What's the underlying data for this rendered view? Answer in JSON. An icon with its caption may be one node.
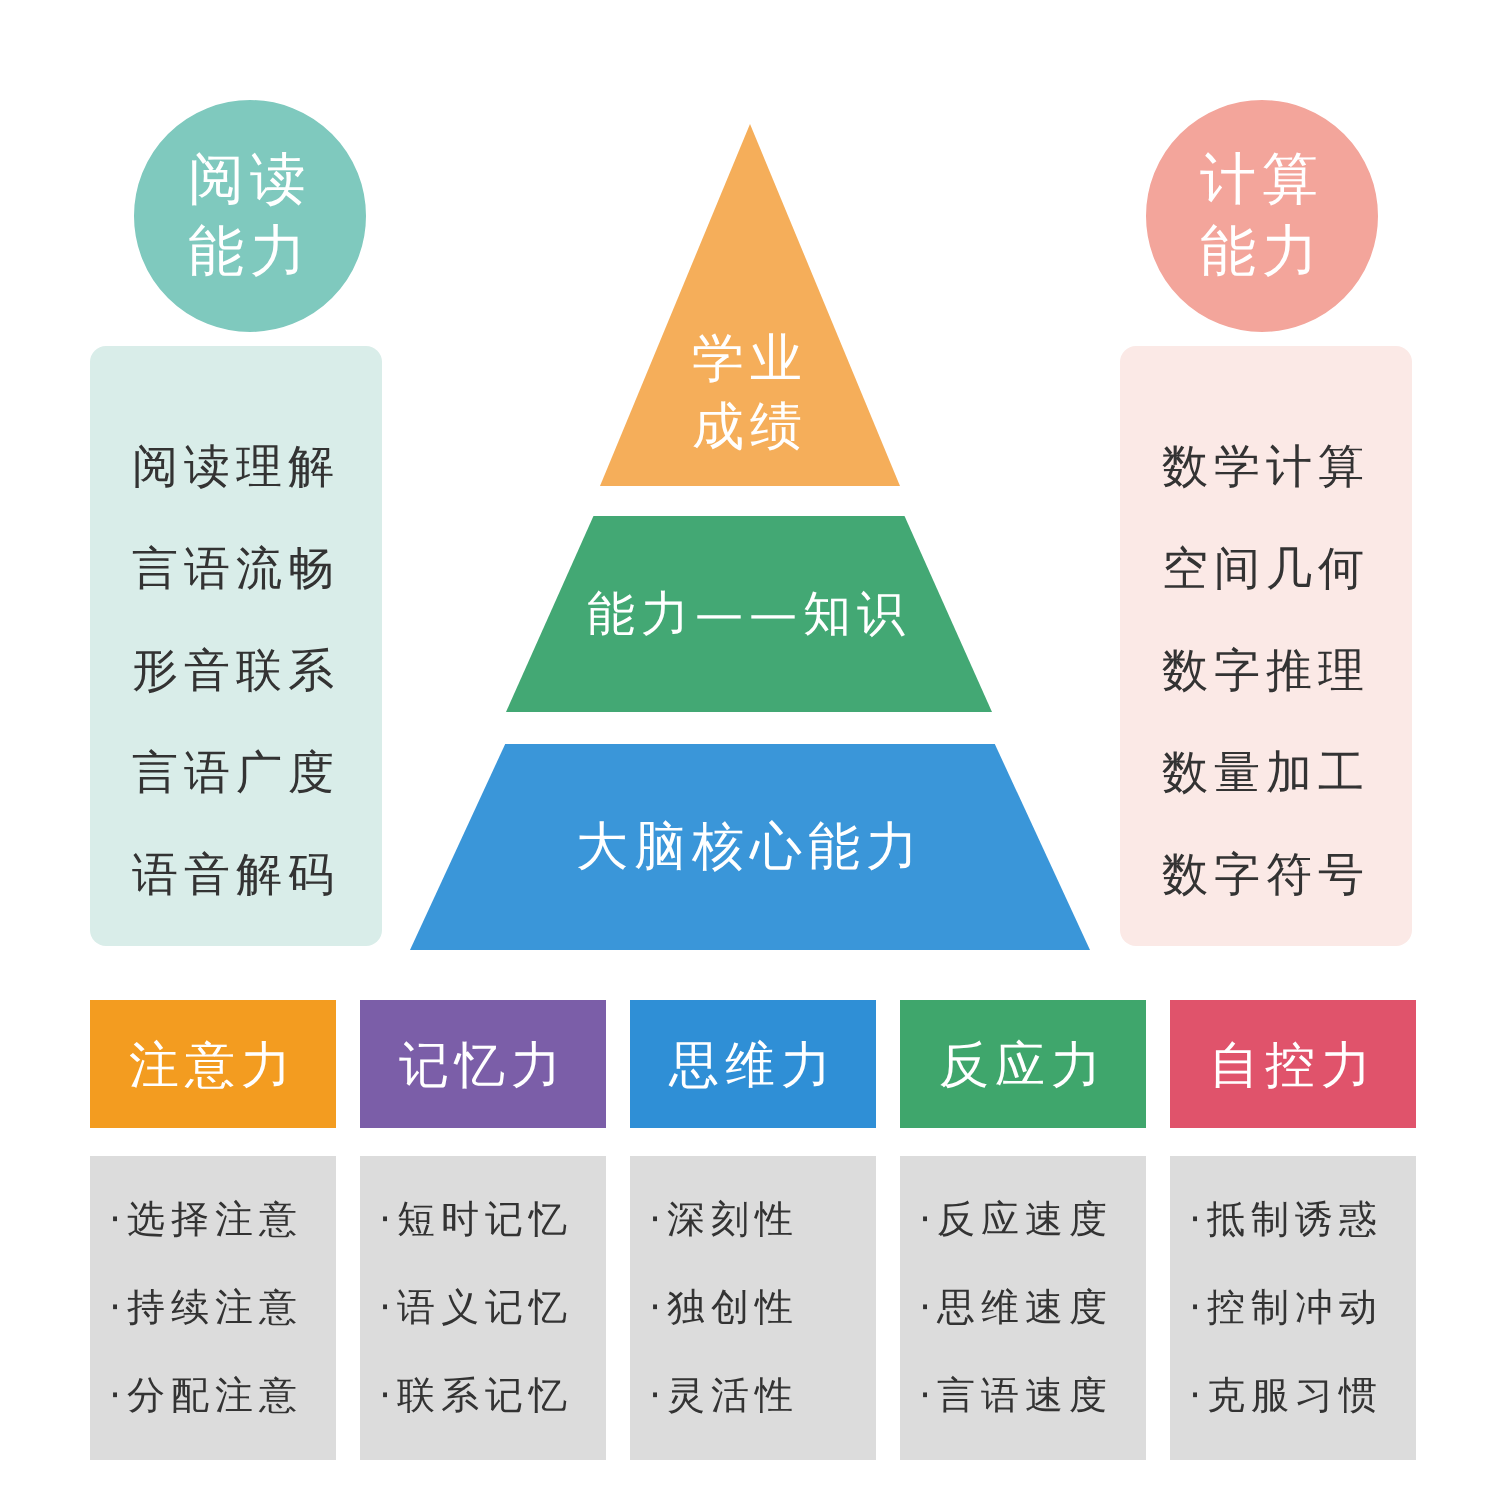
{
  "diagram": {
    "nodes": [
      {
        "text": [
          "阅读理解",
          "言语流畅",
          "形音联系",
          "言语广度",
          "语音解码"
        ]
      },
      {
        "text": [
          "阅读能力"
        ]
      },
      {
        "text": [
          "学业成绩"
        ]
      },
      {
        "text": [
          "能力——知识"
        ]
      },
      {
        "text": [
          "大脑核心能力"
        ]
      },
      {
        "text": [
          "数学计算",
          "空间几何",
          "数字推理",
          "数量加工",
          "数字符号"
        ]
      },
      {
        "text": [
          "计算能力"
        ]
      },
      {
        "text": [
          "注意力"
        ]
      },
      {
        "text": [
          "记忆力"
        ]
      },
      {
        "text": [
          "思维力"
        ]
      },
      {
        "text": [
          "反应力"
        ]
      },
      {
        "text": [
          "自控力"
        ]
      },
      {
        "text": [
          "·选择注意",
          "·持续注意",
          "·分配注意"
        ]
      },
      {
        "text": [
          "·短时记忆",
          "·语义记忆",
          "·联系记忆"
        ]
      },
      {
        "text": [
          "·深刻性",
          "·独创性",
          "·灵活性"
        ]
      },
      {
        "text": [
          "·反应速度",
          "·思维速度",
          "·言语速度"
        ]
      },
      {
        "text": [
          "·抵制诱惑",
          "·控制冲动",
          "·克服习惯"
        ]
      }
    ],
    "edges": []
  }
}
